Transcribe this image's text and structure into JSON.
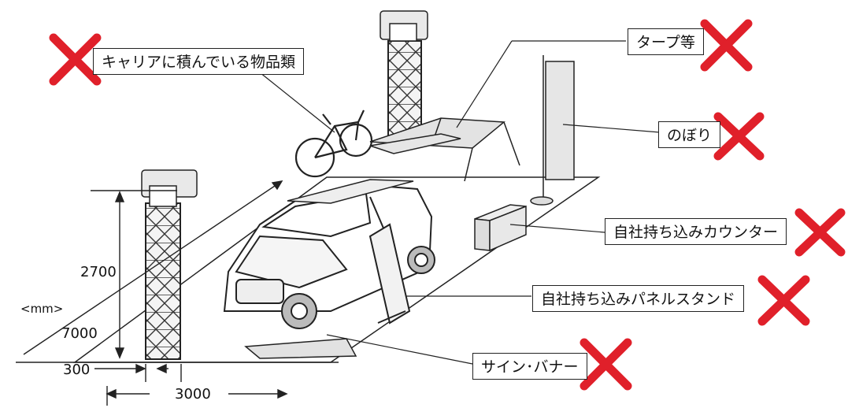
{
  "labels": {
    "carrier_items": "キャリアに積んでいる物品類",
    "tarp": "タープ等",
    "nobori": "のぼり",
    "counter": "自社持ち込みカウンター",
    "panel_stand": "自社持ち込みパネルスタンド",
    "sign_banner": "サイン･バナー"
  },
  "dimensions": {
    "height": "2700",
    "depth": "7000",
    "truss_offset": "300",
    "width": "3000",
    "unit": "<mm>"
  },
  "colors": {
    "cross_mark": "#e0202a",
    "line": "#222222",
    "fill": "#ececec"
  }
}
